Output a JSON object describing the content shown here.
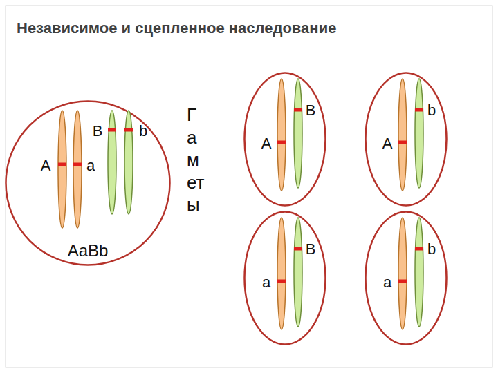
{
  "diagram": {
    "title": "Независимое и сцепленное наследование",
    "nodes": [
      {
        "text": [
          "B",
          "b",
          "A",
          "a",
          "AaBb"
        ]
      },
      {
        "text": [
          "B",
          "A"
        ]
      },
      {
        "text": [
          "b",
          "A"
        ]
      },
      {
        "text": [
          "B",
          "a"
        ]
      },
      {
        "text": [
          "b",
          "a"
        ]
      }
    ],
    "labels": [
      "Гаметы"
    ]
  }
}
